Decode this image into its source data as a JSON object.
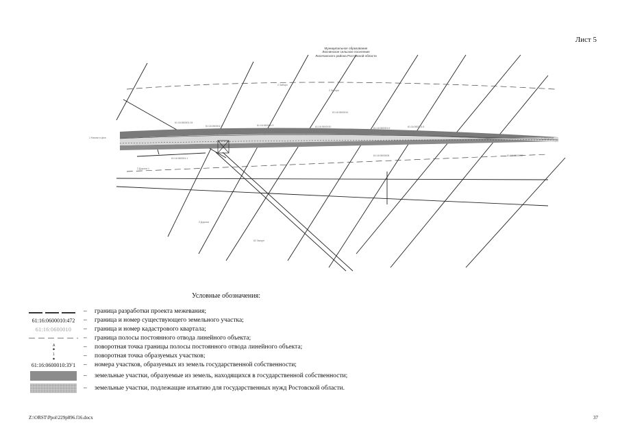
{
  "sheet_label": "Лист 5",
  "map": {
    "title_lines": [
      "Муниципальное образование",
      "Лиснянское сельское поселение",
      "Лисичанского района Ростовской области"
    ]
  },
  "legend": {
    "title": "Условные обозначения:",
    "dash": "–",
    "items": [
      {
        "symbol_text": "",
        "description": "граница разработки проекта межевания;"
      },
      {
        "symbol_text": "61:16:0600010:472",
        "description": "граница и номер существующего земельного участка;"
      },
      {
        "symbol_text": "61:16:0600010",
        "description": "граница и номер кадастрового квартала;"
      },
      {
        "symbol_text": "",
        "description": "граница полосы постоянного отвода линейного объекта;"
      },
      {
        "symbol_text": "",
        "description": "поворотная точка границы полосы постоянного отвода линейного объекта;"
      },
      {
        "symbol_text": "",
        "description": "поворотная точка образуемых участков;"
      },
      {
        "symbol_text": "61:16:0600010:ЗУ1",
        "description": "номера участков, образуемых из земель государственной собственности;"
      },
      {
        "symbol_text": "",
        "description": "земельные участки, образуемые из земель, находящихся в государственной собственности;"
      },
      {
        "symbol_text": "",
        "description": "земельные участки, подлежащие изъятию для государственных нужд Ростовской области."
      }
    ]
  },
  "footer": {
    "path": "Z:\\ORST\\Ppol\\229p896.f16.docx",
    "page": "37"
  }
}
